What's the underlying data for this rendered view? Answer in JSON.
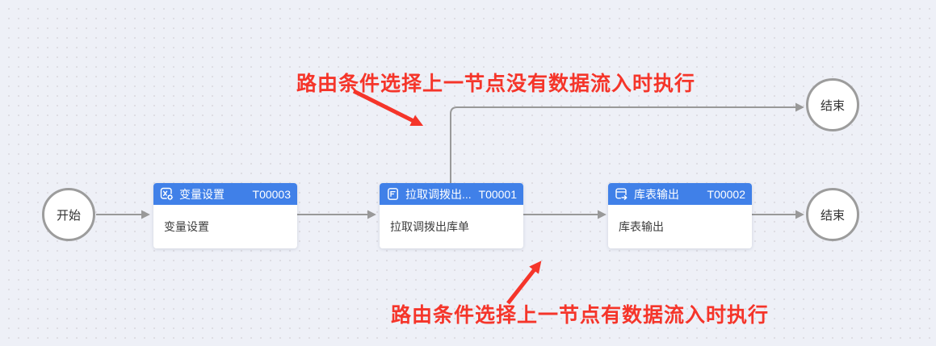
{
  "flow": {
    "start_node": {
      "label": "开始"
    },
    "end_nodes": [
      {
        "label": "结束"
      },
      {
        "label": "结束"
      }
    ],
    "task_nodes": [
      {
        "icon": "variable-settings-icon",
        "title": "变量设置",
        "code": "T00003",
        "body": "变量设置"
      },
      {
        "icon": "document-pull-icon",
        "title": "拉取调拨出...",
        "code": "T00001",
        "body": "拉取调拨出库单"
      },
      {
        "icon": "table-output-icon",
        "title": "库表输出",
        "code": "T00002",
        "body": "库表输出"
      }
    ],
    "annotations": [
      {
        "text": "路由条件选择上一节点没有数据流入时执行"
      },
      {
        "text": "路由条件选择上一节点有数据流入时执行"
      }
    ]
  },
  "colors": {
    "node_header_blue": "#4080e8",
    "annotation_red": "#f5352a",
    "connector_gray": "#999999",
    "canvas_background": "#eef0f7"
  }
}
